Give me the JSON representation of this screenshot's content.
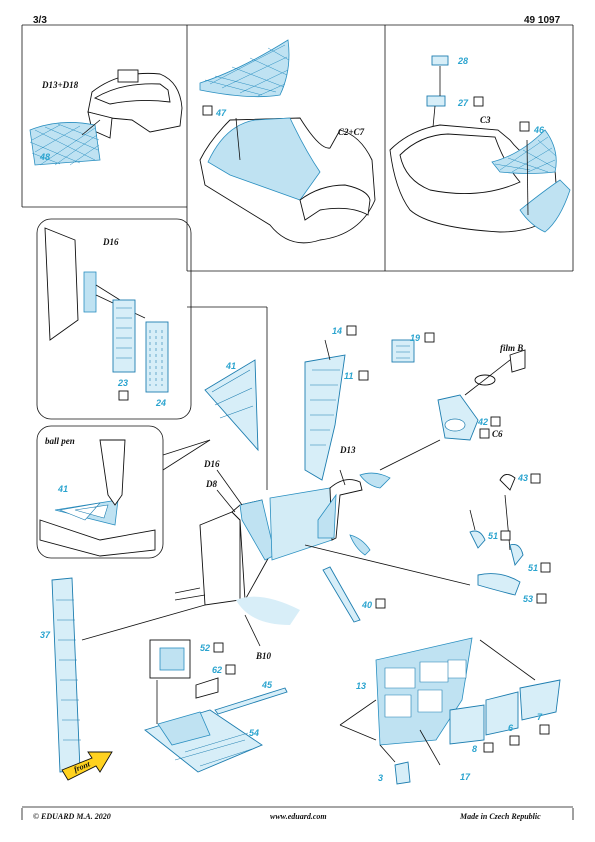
{
  "header": {
    "page": "3/3",
    "code": "49 1097"
  },
  "footer": {
    "left": "© EDUARD  M.A. 2020",
    "center": "www.eduard.com",
    "right": "Made in Czech Republic"
  },
  "labels": {
    "d13d18": "D13+D18",
    "c2c7": "C2+C7",
    "c3": "C3",
    "d16_top": "D16",
    "ball_pen": "ball pen",
    "film_b": "film B",
    "d13": "D13",
    "d16": "D16",
    "d8": "D8",
    "b10": "B10",
    "c6": "C6",
    "front": "front"
  },
  "parts": {
    "p48": "48",
    "p47": "47",
    "p28": "28",
    "p27": "27",
    "p46": "46",
    "p23": "23",
    "p24": "24",
    "p41a": "41",
    "p41b": "41",
    "p14": "14",
    "p11": "11",
    "p19": "19",
    "p42": "42",
    "p43": "43",
    "p51a": "51",
    "p51b": "51",
    "p53": "53",
    "p40": "40",
    "p37": "37",
    "p52": "52",
    "p62": "62",
    "p45": "45",
    "p54": "54",
    "p13": "13",
    "p7": "7",
    "p6": "6",
    "p8": "8",
    "p3": "3",
    "p17": "17"
  },
  "colors": {
    "accent": "#2ba4cf",
    "fill": "#bfe2f2"
  }
}
